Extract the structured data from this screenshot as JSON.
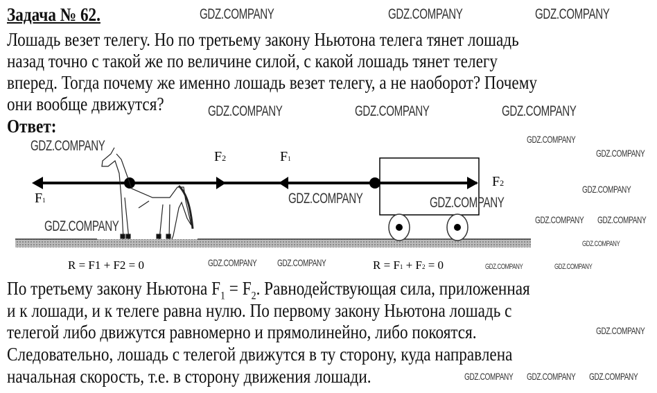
{
  "task": {
    "title": "Задача № 62.",
    "question_lines": [
      "Лошадь везет телегу. Но по третьему закону Ньютона телега тянет лошадь",
      "назад точно с такой же по величине силой, с какой лошадь тянет телегу",
      "вперед. Тогда почему же именно лошадь везет телегу, а не наоборот? Почему",
      "они вообще движутся?"
    ],
    "answer_label": "Ответ:"
  },
  "diagram": {
    "labels": {
      "f1": "F",
      "f1_sub": "1",
      "f2": "F",
      "f2_sub": "2"
    },
    "equation": "R = F1 + F2 = 0",
    "equation_parts": {
      "r": "R",
      "eq": " = ",
      "f": "F",
      "plus": " + ",
      "zero": " = 0",
      "s1": "1",
      "s2": "2"
    }
  },
  "answer": {
    "line1_a": "По третьему закону Ньютона F",
    "line1_sub1": "1",
    "line1_b": " = F",
    "line1_sub2": "2",
    "line1_c": ". Равнодействующая сила, приложенная",
    "lines": [
      "и к лошади, и к телеге равна нулю. По первому закону Ньютона лошадь с",
      "телегой либо движутся равномерно и прямолинейно, либо покоятся.",
      "Следовательно, лошадь с телегой движутся в ту сторону, куда направлена",
      "начальная скорость, т.е. в сторону движения лошади."
    ]
  },
  "watermark": "GDZ.COMPANY"
}
